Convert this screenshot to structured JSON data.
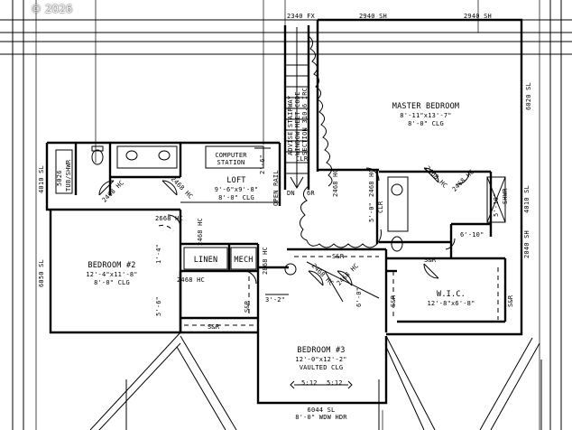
{
  "watermark": "© 2026",
  "rooms": {
    "master": {
      "name": "MASTER BEDROOM",
      "dims": "8'-11\"x13'-7\"",
      "clg": "8'-0\" CLG"
    },
    "loft": {
      "name": "LOFT",
      "dims": "9'-6\"x9'-8\"",
      "clg": "8'-0\" CLG"
    },
    "computer": {
      "line1": "COMPUTER",
      "line2": "STATION"
    },
    "bedroom2": {
      "name": "BEDROOM #2",
      "dims": "12'-4\"x11'-8\"",
      "clg": "8'-0\" CLG"
    },
    "bedroom3": {
      "name": "BEDROOM #3",
      "dims": "12'-0\"x12'-2\"",
      "clg": "VAULTED CLG"
    },
    "wic": {
      "name": "W.I.C.",
      "dims": "12'-8\"x6'-8\""
    },
    "linen": "LINEN",
    "mech": "MECH"
  },
  "notes": {
    "top1": "2340 FX",
    "top2": "2940 SH",
    "top3": "2940 SH",
    "stair1": "ADVISE STAIRWAY",
    "stair2": "WINDOW MEET CODE",
    "stair3": "SECTION 310.6 IRC",
    "sl_master": "6020 SL",
    "sl_left1": "4010 SL",
    "sl_left2": "6050 SL",
    "sl_right": "4010 SL",
    "sh_right": "2040 SH",
    "tub": "5026",
    "tub2": "TUB/SHWR",
    "shwr": "SHWR",
    "hc1": "2468 HC",
    "hc2": "2468 HC",
    "hc3": "2668 HC",
    "hc4": "2468 HC",
    "hc5": "2468 HC",
    "hc6": "2468 HC",
    "hc7": "2468 HC",
    "hc8": "2468 HC",
    "hc9": "2468 HC",
    "hc10": "2868 HC",
    "hc11": "2468 HC",
    "hc12": "2468 HC",
    "clr": "CLR",
    "dn": "DN",
    "sr": "6R",
    "open_rail": "OPEN RAIL",
    "sar1": "S&R",
    "sar2": "S&R",
    "sar3": "S&R",
    "sar4": "S&R",
    "sar5": "S&R",
    "dim_26": "2'-6\"",
    "dim_14": "1'-4\"",
    "dim_56": "5'-6\"",
    "dim_32": "3'-2\"",
    "dim_50": "5'-0\"",
    "dim_510": "5'-10\"",
    "dim_6": "6'-10\"",
    "dim_60": "6'-0\"",
    "win_bottom": "6044 SL",
    "win_bottom2": "8'-0\" WDW HDR",
    "pitch1": "5:12",
    "pitch2": "5:12"
  }
}
